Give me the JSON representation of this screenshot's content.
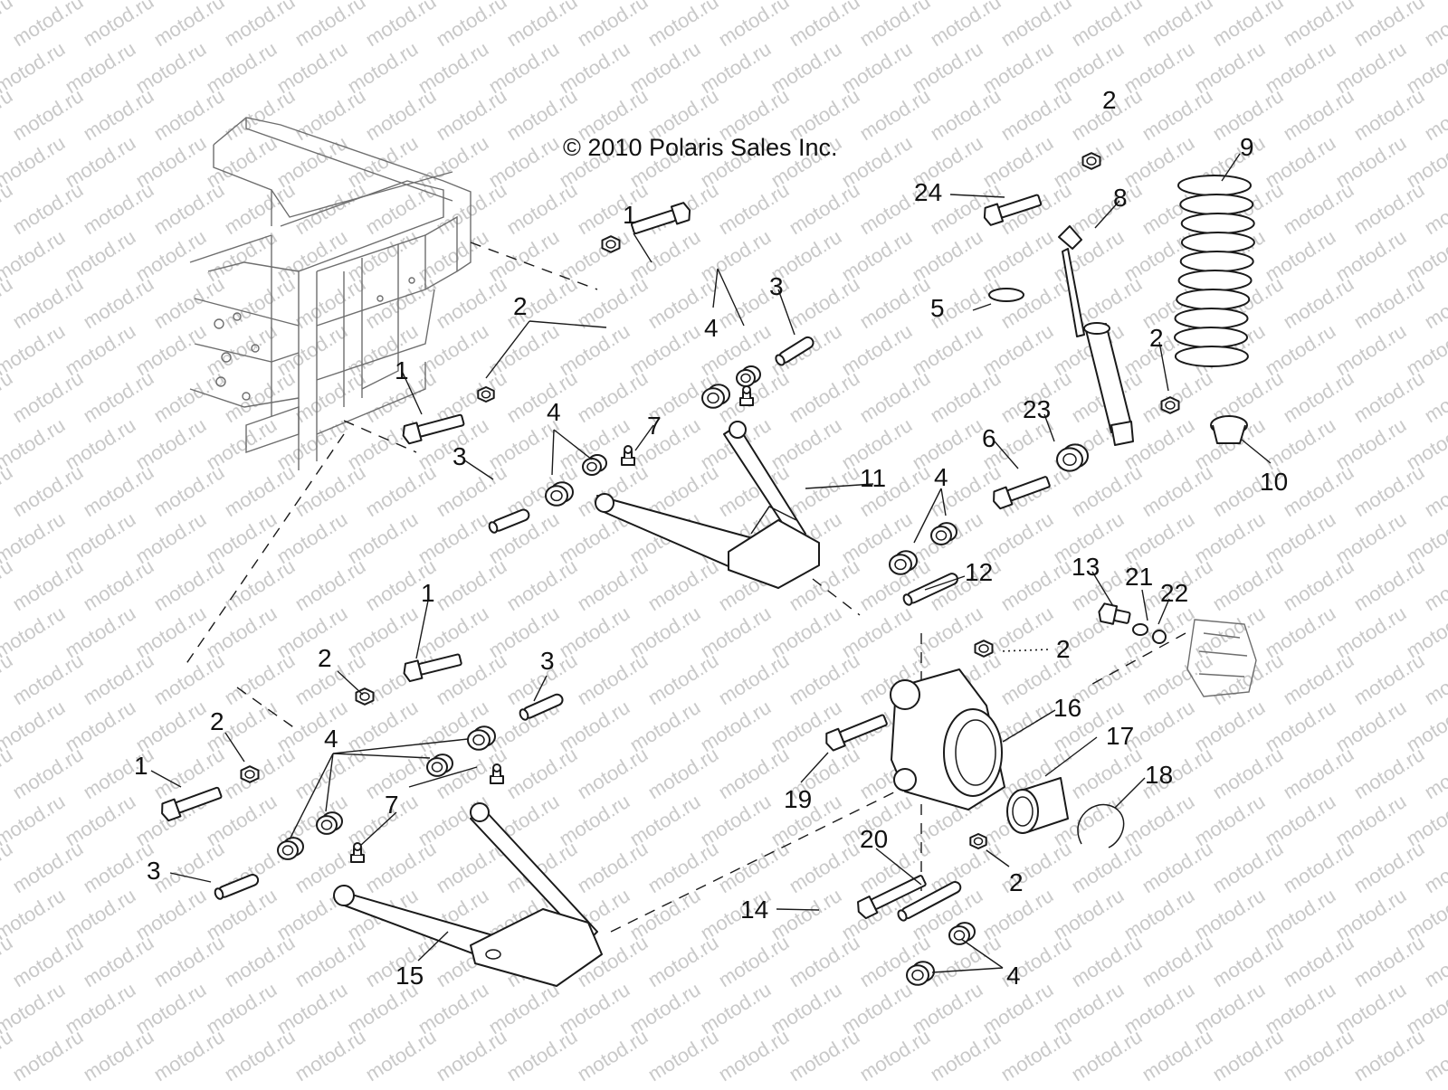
{
  "copyright": "© 2010 Polaris Sales Inc.",
  "watermark": "motod.ru",
  "colors": {
    "line": "#1a1a1a",
    "frame": "#6e6e6e",
    "watermark": "#c9c9c9",
    "background": "#ffffff"
  },
  "callouts": {
    "c1a": "1",
    "c2a": "2",
    "c3a": "3",
    "c4a": "4",
    "c7a": "7",
    "c3b": "3",
    "c1b": "1",
    "c4b": "4",
    "c11": "11",
    "c2b": "2",
    "c24": "24",
    "c5": "5",
    "c8": "8",
    "c9": "9",
    "c2c": "2",
    "c23": "23",
    "c6": "6",
    "c10": "10",
    "c4c": "4",
    "c12": "12",
    "c13": "13",
    "c21": "21",
    "c22": "22",
    "c2d": "2",
    "c16": "16",
    "c17": "17",
    "c18": "18",
    "c19": "19",
    "c20": "20",
    "c2e": "2",
    "c14": "14",
    "c4d": "4",
    "c1c": "1",
    "c2f": "2",
    "c3c": "3",
    "c2g": "2",
    "c1d": "1",
    "c4e": "4",
    "c7b": "7",
    "c3d": "3",
    "c15": "15"
  }
}
